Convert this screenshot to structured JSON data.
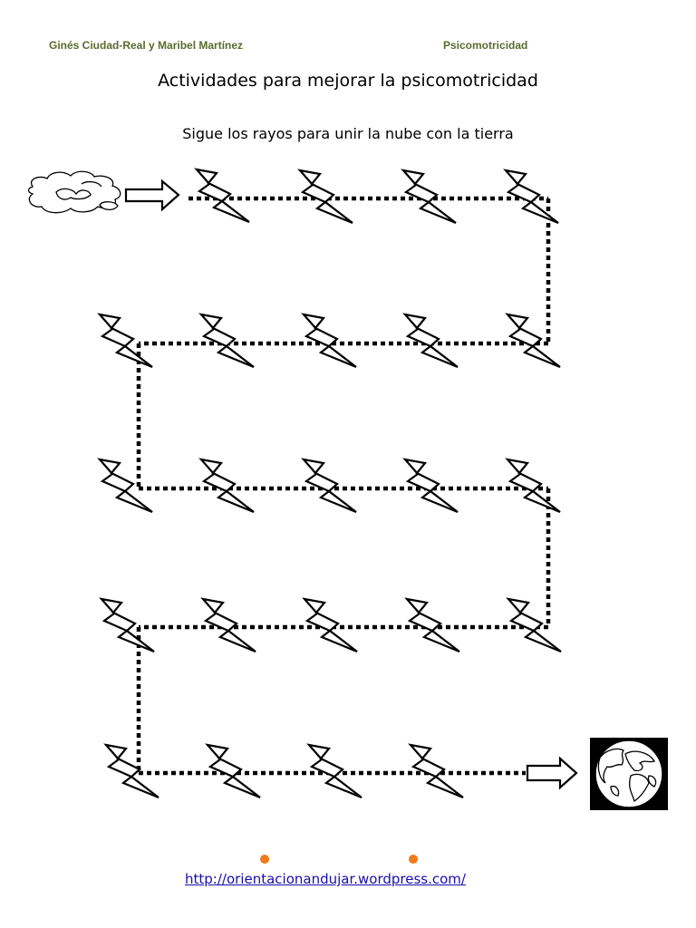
{
  "header": {
    "author": "Ginés Ciudad-Real y Maribel  Martínez",
    "subject": "Psicomotricidad"
  },
  "title": "Actividades para mejorar la psicomotricidad",
  "instruction": "Sigue los rayos para unir la nube con la tierra",
  "icons": {
    "start": "cloud-icon",
    "bolt": "lightning-bolt-icon",
    "arrow": "right-arrow-icon",
    "end": "earth-globe-icon"
  },
  "colors": {
    "ink": "#000000",
    "header_text": "#5a6b2e",
    "link": "#1a0dab",
    "bullet": "#f07a1a"
  },
  "footer": {
    "url": "http://orientacionandujar.wordpress.com/"
  }
}
